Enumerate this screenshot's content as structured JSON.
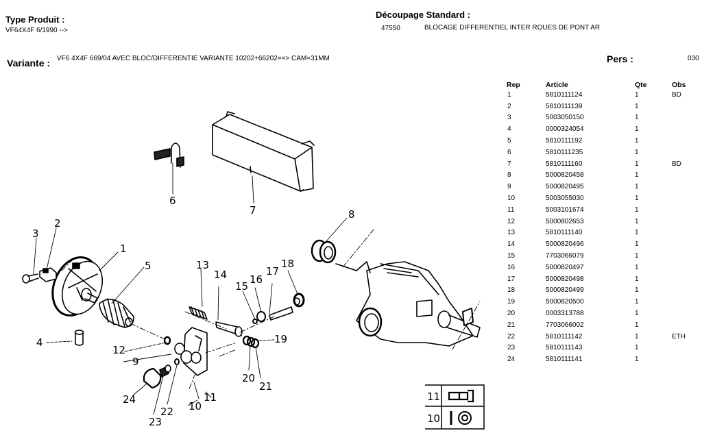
{
  "header": {
    "type_produit_label": "Type Produit :",
    "type_produit_value": "VF64X4F  6/1990 -->",
    "decoupage_label": "Découpage Standard :",
    "decoupage_code": "47550",
    "decoupage_desc": "BLOCAGE DIFFERENTIEL INTER ROUES DE PONT AR",
    "variante_label": "Variante :",
    "variante_value": "VF6 4X4F 669/04 AVEC BLOC/DIFFERENTIE VARIANTE 10202+66202==> CAM=31MM",
    "pers_label": "Pers :",
    "pers_value": "030"
  },
  "parts_table": {
    "columns": [
      "Rep",
      "Article",
      "Qte",
      "Obs"
    ],
    "rows": [
      {
        "rep": "1",
        "article": "5810111124",
        "qte": "1",
        "obs": "BD"
      },
      {
        "rep": "2",
        "article": "5810111139",
        "qte": "1",
        "obs": ""
      },
      {
        "rep": "3",
        "article": "5003050150",
        "qte": "1",
        "obs": ""
      },
      {
        "rep": "4",
        "article": "0000324054",
        "qte": "1",
        "obs": ""
      },
      {
        "rep": "5",
        "article": "5810111192",
        "qte": "1",
        "obs": ""
      },
      {
        "rep": "6",
        "article": "5810111235",
        "qte": "1",
        "obs": ""
      },
      {
        "rep": "7",
        "article": "5810111160",
        "qte": "1",
        "obs": "BD"
      },
      {
        "rep": "8",
        "article": "5000820458",
        "qte": "1",
        "obs": ""
      },
      {
        "rep": "9",
        "article": "5000820495",
        "qte": "1",
        "obs": ""
      },
      {
        "rep": "10",
        "article": "5003055030",
        "qte": "1",
        "obs": ""
      },
      {
        "rep": "11",
        "article": "5003101674",
        "qte": "1",
        "obs": ""
      },
      {
        "rep": "12",
        "article": "5000802653",
        "qte": "1",
        "obs": ""
      },
      {
        "rep": "13",
        "article": "5810111140",
        "qte": "1",
        "obs": ""
      },
      {
        "rep": "14",
        "article": "5000820496",
        "qte": "1",
        "obs": ""
      },
      {
        "rep": "15",
        "article": "7703066079",
        "qte": "1",
        "obs": ""
      },
      {
        "rep": "16",
        "article": "5000820497",
        "qte": "1",
        "obs": ""
      },
      {
        "rep": "17",
        "article": "5000820498",
        "qte": "1",
        "obs": ""
      },
      {
        "rep": "18",
        "article": "5000820499",
        "qte": "1",
        "obs": ""
      },
      {
        "rep": "19",
        "article": "5000820500",
        "qte": "1",
        "obs": ""
      },
      {
        "rep": "20",
        "article": "0003313788",
        "qte": "1",
        "obs": ""
      },
      {
        "rep": "21",
        "article": "7703066002",
        "qte": "1",
        "obs": ""
      },
      {
        "rep": "22",
        "article": "5810111142",
        "qte": "1",
        "obs": "ETH"
      },
      {
        "rep": "23",
        "article": "5810111143",
        "qte": "1",
        "obs": ""
      },
      {
        "rep": "24",
        "article": "5810111141",
        "qte": "1",
        "obs": ""
      }
    ]
  },
  "diagram": {
    "callouts": [
      "1",
      "2",
      "3",
      "4",
      "5",
      "6",
      "7",
      "8",
      "9",
      "10",
      "11",
      "12",
      "13",
      "14",
      "15",
      "16",
      "17",
      "18",
      "19",
      "20",
      "21",
      "22",
      "23",
      "24"
    ],
    "legend": [
      {
        "rep": "11",
        "icon": "bolt-icon"
      },
      {
        "rep": "10",
        "icon": "washer-icon"
      }
    ]
  }
}
